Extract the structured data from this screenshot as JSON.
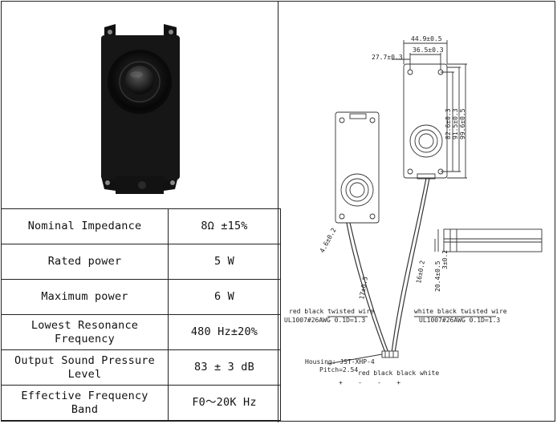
{
  "specs": [
    {
      "label": "Nominal Impedance",
      "value": "8Ω ±15%"
    },
    {
      "label": "Rated power",
      "value": "5 W"
    },
    {
      "label": "Maximum power",
      "value": "6 W"
    },
    {
      "label": "Lowest Resonance Frequency",
      "value": "480 Hz±20%"
    },
    {
      "label": "Output Sound Pressure Level",
      "value": "83 ± 3 dB"
    },
    {
      "label": "Effective Frequency Band",
      "value": "F0～20K Hz"
    }
  ],
  "drawing": {
    "dims": {
      "d1": "44.9±0.5",
      "d2": "36.5±0.3",
      "d3": "27.7±0.3",
      "d4": "82.6±0.3",
      "d5": "91.5±0.3",
      "d6": "99.6±0.5",
      "d7": "4.6±0.2",
      "d8": "17±0.5",
      "d9": "16±0.2",
      "d10": "20.4±0.5",
      "d11": "3±0.2"
    },
    "wire_left_1": "red black twisted wire",
    "wire_left_2": "UL1007#26AWG 0.1D=1.3",
    "wire_right_1": "white black twisted wire",
    "wire_right_2": "UL1007#26AWG 0.1D=1.3",
    "housing": "Housing: JST-XHP-4",
    "pitch": "Pitch=2.54",
    "pin_colors": "red black black white",
    "pin_polarity": "+    -    -    +"
  }
}
